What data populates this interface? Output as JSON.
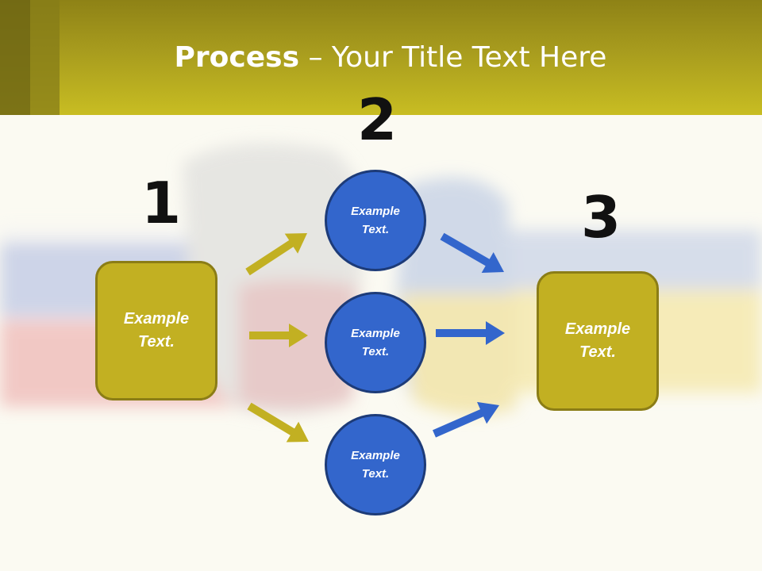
{
  "slide": {
    "title_bold": "Process",
    "title_rest": " – Your Title Text Here"
  },
  "steps": {
    "n1": "1",
    "n2": "2",
    "n3": "3"
  },
  "nodes": {
    "left_box": "Example\nText.",
    "circle_top": "Example\nText.",
    "circle_mid": "Example\nText.",
    "circle_bottom": "Example\nText.",
    "right_box": "Example\nText."
  },
  "colors": {
    "header": "#c8bd22",
    "box_fill": "#c2b022",
    "circle_fill": "#3366cc",
    "arrow_yellow": "#c2b022",
    "arrow_blue": "#3366cc"
  }
}
